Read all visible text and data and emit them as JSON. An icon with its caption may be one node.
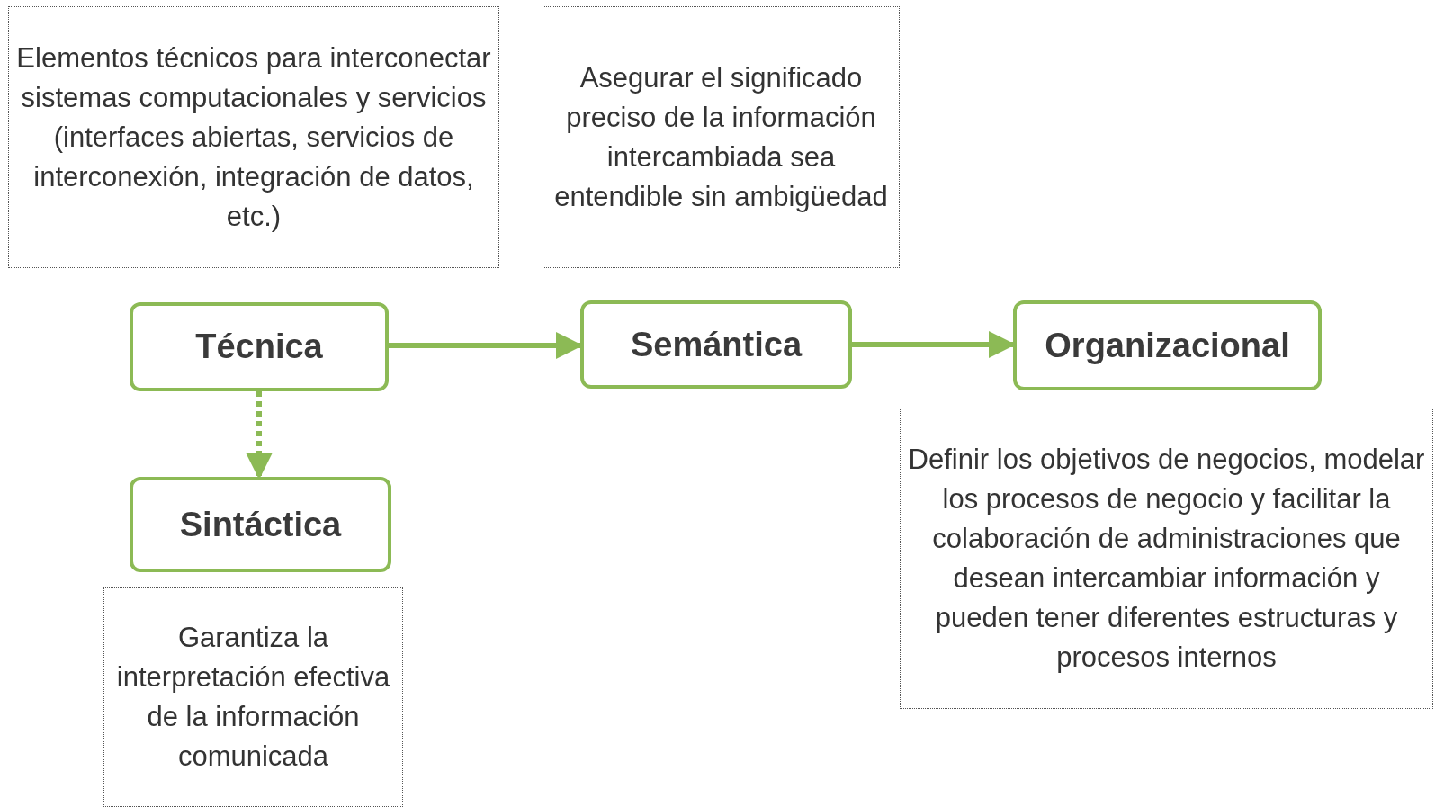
{
  "diagram": {
    "nodes": [
      {
        "text": [
          "Elementos técnicos para interconectar sistemas computacionales y servicios (interfaces abiertas, servicios de interconexión, integración de datos, etc.)"
        ]
      },
      {
        "text": [
          "Asegurar el significado preciso de la información intercambiada sea entendible sin ambigüedad"
        ]
      },
      {
        "text": [
          "Técnica"
        ]
      },
      {
        "text": [
          "Semántica"
        ]
      },
      {
        "text": [
          "Organizacional"
        ]
      },
      {
        "text": [
          "Sintáctica"
        ]
      },
      {
        "text": [
          "Garantiza la interpretación efectiva de la información comunicada"
        ]
      },
      {
        "text": [
          "Definir los objetivos de negocios, modelar los procesos de negocio y facilitar la colaboración de administraciones que desean intercambiar información y pueden tener diferentes estructuras y procesos internos"
        ]
      }
    ],
    "edges": [
      {
        "from": 2,
        "to": 3,
        "arrow": "to"
      },
      {
        "from": 3,
        "to": 4,
        "arrow": "to"
      },
      {
        "from": 2,
        "to": 5,
        "arrow": "to",
        "style": "dashed"
      }
    ]
  }
}
